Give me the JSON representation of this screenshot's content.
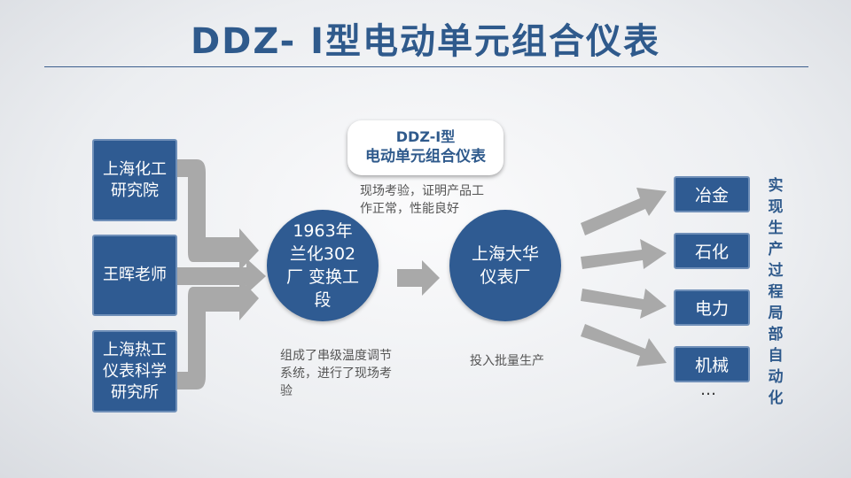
{
  "title": "DDZ- Ⅰ型电动单元组合仪表",
  "sources": [
    "上海化工研究院",
    "王晖老师",
    "上海热工仪表科学研究所"
  ],
  "circle1": "1963年 兰化302厂 变换工段",
  "circle1_note": "组成了串级温度调节系统，进行了现场考验",
  "circle2": "上海大华 仪表厂",
  "circle2_note": "投入批量生产",
  "callout": {
    "line1": "DDZ-Ⅰ型",
    "line2": "电动单元组合仪表"
  },
  "callout_note": "现场考验，证明产品工作正常，性能良好",
  "industries": [
    "冶金",
    "石化",
    "电力",
    "机械"
  ],
  "ellipsis": "…",
  "result": "实现生产过程局部自动化"
}
